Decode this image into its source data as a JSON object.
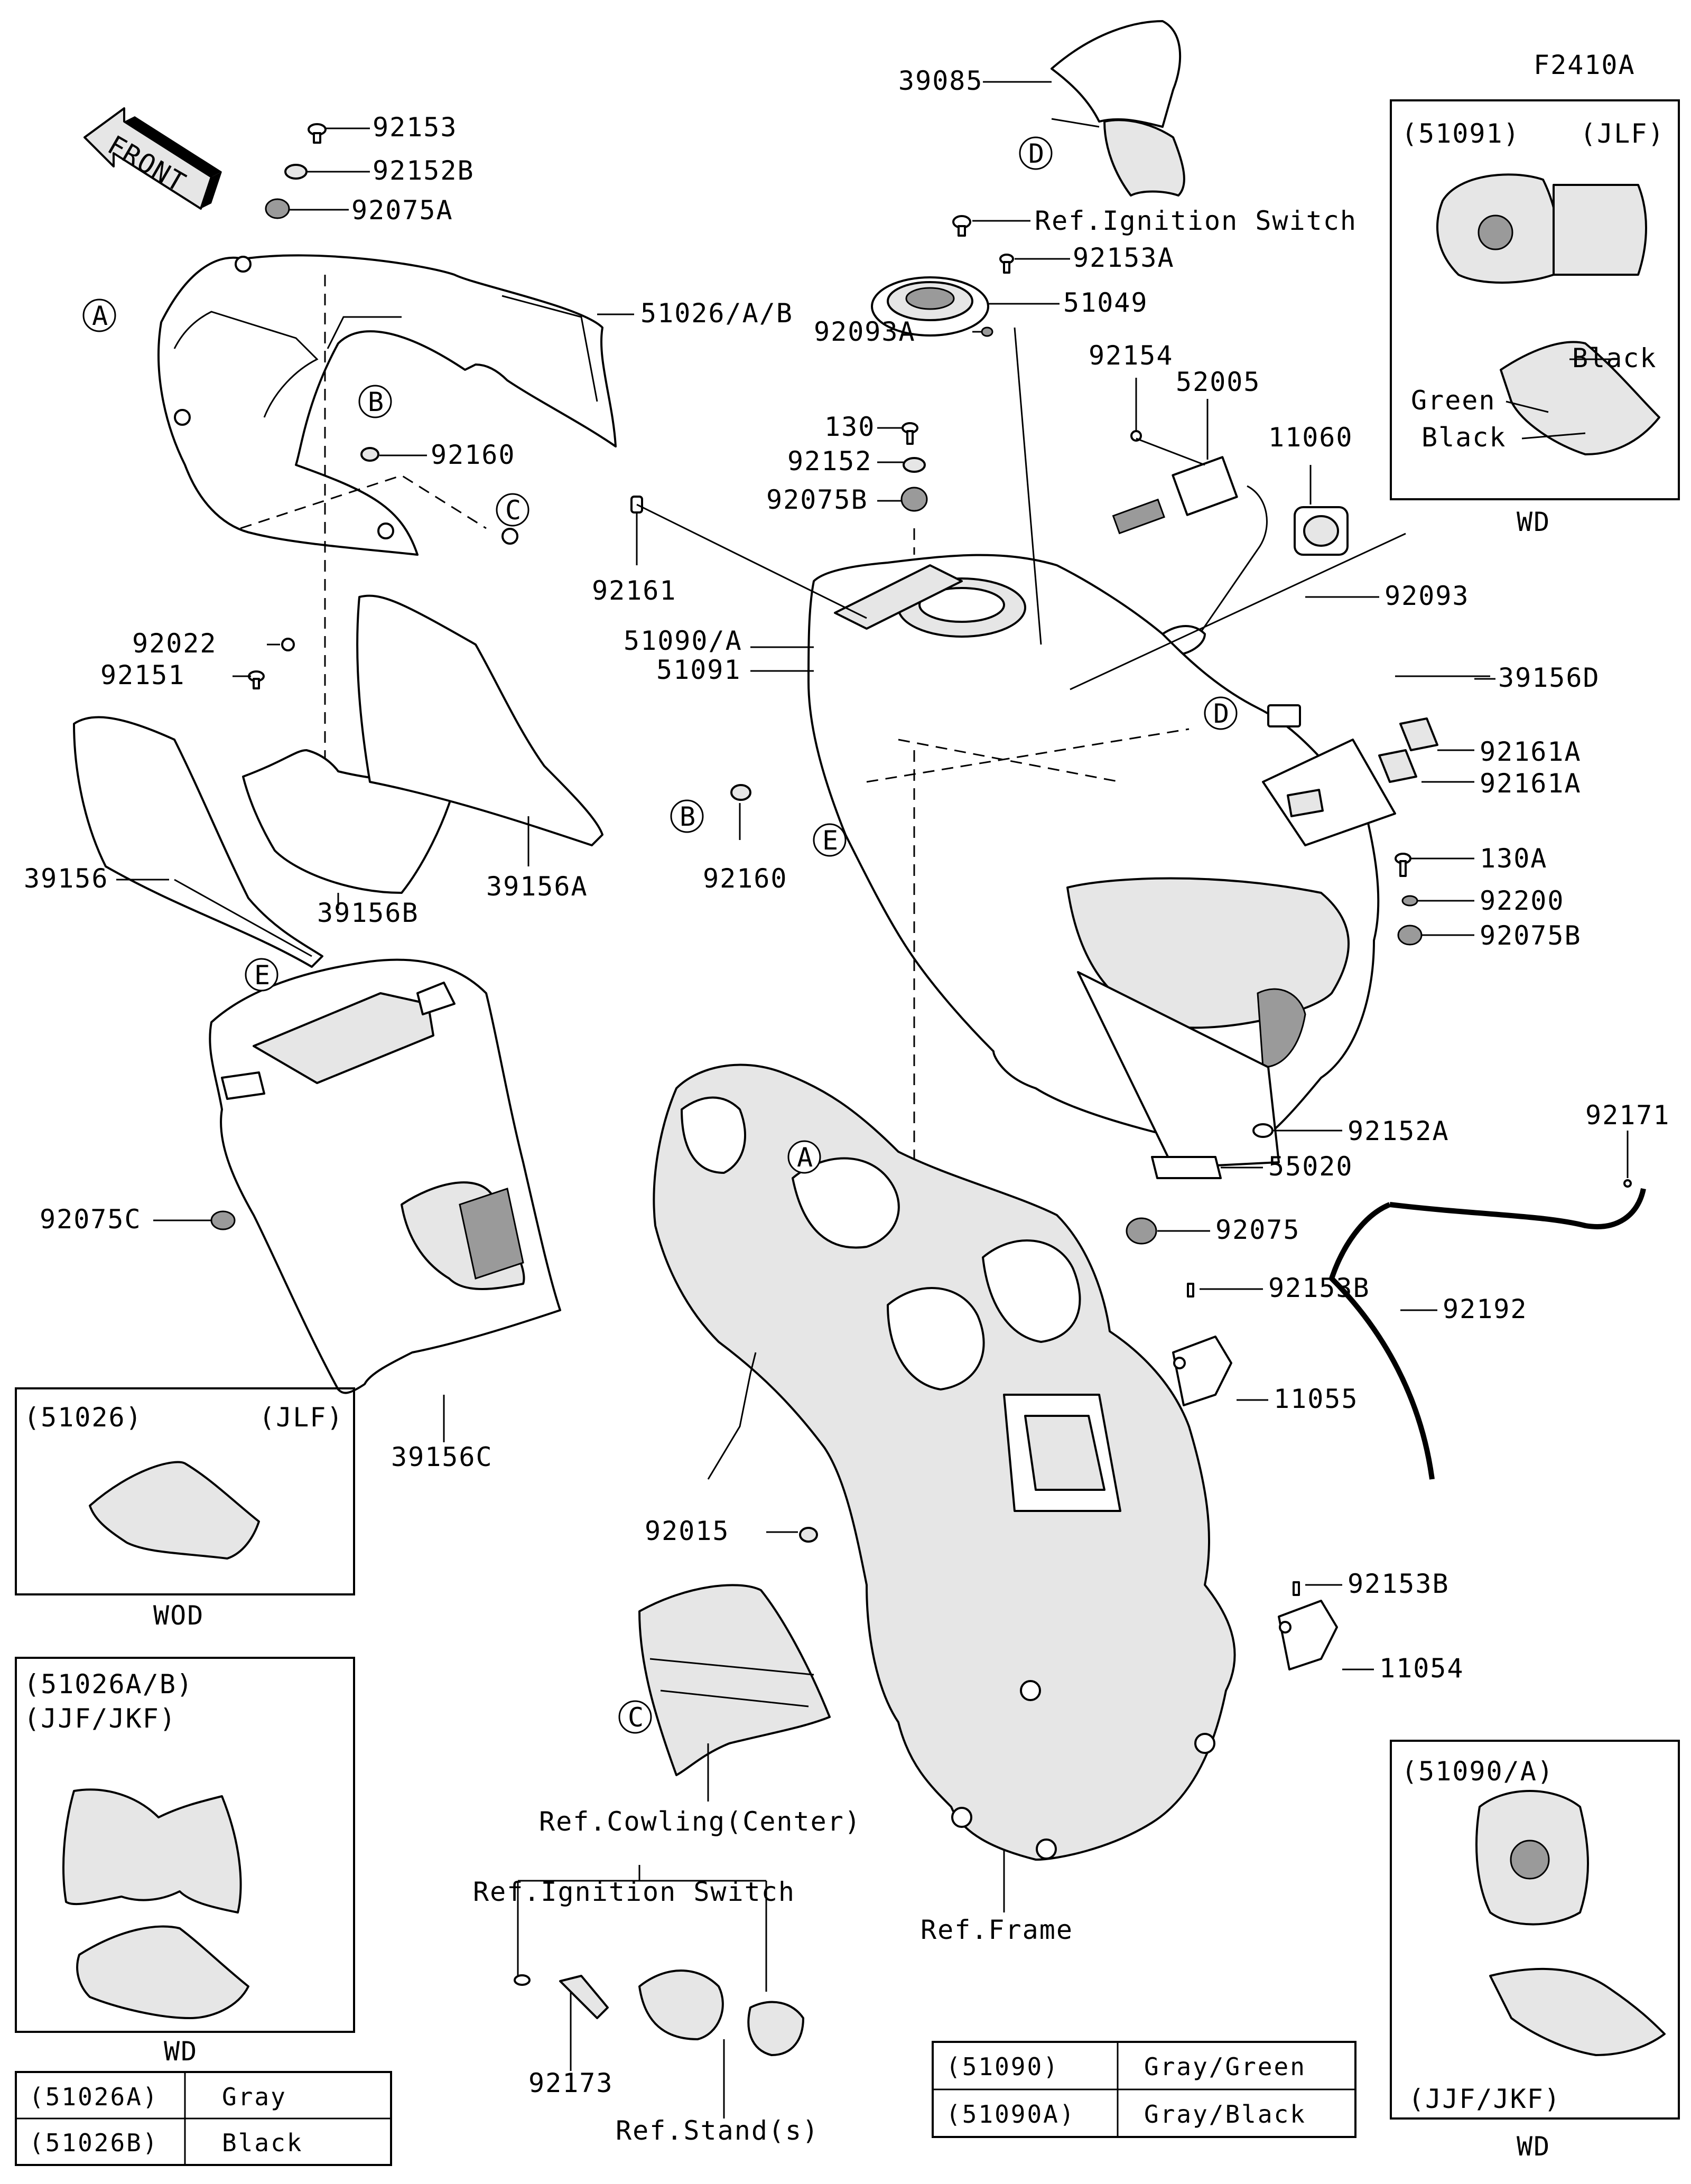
{
  "figure_code": "F2410A",
  "front_arrow": "FRONT",
  "callout_letters": {
    "a": "A",
    "b": "B",
    "c": "C",
    "d": "D",
    "e": "E"
  },
  "part_numbers": {
    "p39085": "39085",
    "p92153": "92153",
    "p92152b": "92152B",
    "p92075a": "92075A",
    "ref_ignition_top": "Ref.Ignition Switch",
    "p92153a": "92153A",
    "p51026ab": "51026/A/B",
    "p51049": "51049",
    "p92093a": "92093A",
    "p92154": "92154",
    "p52005": "52005",
    "p11060": "11060",
    "p130": "130",
    "p92152": "92152",
    "p92075b": "92075B",
    "p92160_top": "92160",
    "p92161": "92161",
    "p92093": "92093",
    "p51090a": "51090/A",
    "p51091": "51091",
    "p39156d": "39156D",
    "p92022": "92022",
    "p92151": "92151",
    "p92161a_1": "92161A",
    "p92161a_2": "92161A",
    "p92160_mid": "92160",
    "p39156": "39156",
    "p39156b": "39156B",
    "p39156a": "39156A",
    "p130a": "130A",
    "p92200": "92200",
    "p92075b_2": "92075B",
    "p92152a": "92152A",
    "p92171": "92171",
    "p92075c": "92075C",
    "p55020": "55020",
    "p92075": "92075",
    "p92153b_1": "92153B",
    "p92192": "92192",
    "p39156c": "39156C",
    "p11055": "11055",
    "p92015": "92015",
    "p92153b_2": "92153B",
    "p11054": "11054",
    "ref_cowling": "Ref.Cowling(Center)",
    "ref_frame": "Ref.Frame",
    "ref_ignition_bottom": "Ref.Ignition Switch",
    "p92173": "92173",
    "ref_stand": "Ref.Stand(s)"
  },
  "inset_51091": {
    "code": "(51091)",
    "variant": "(JLF)",
    "c1": "Black",
    "c2": "Green",
    "c3": "Black",
    "footer": "WD"
  },
  "inset_51026": {
    "code": "(51026)",
    "variant": "(JLF)",
    "footer": "WOD"
  },
  "inset_51026ab": {
    "code": "(51026A/B)",
    "variant": "(JJF/JKF)",
    "footer": "WD"
  },
  "inset_51090a": {
    "code": "(51090/A)",
    "variant": "(JJF/JKF)",
    "footer": "WD"
  },
  "color_table_51026": [
    {
      "part": "(51026A)",
      "color": "Gray"
    },
    {
      "part": "(51026B)",
      "color": "Black"
    }
  ],
  "color_table_51090": [
    {
      "part": "(51090)",
      "color": "Gray/Green"
    },
    {
      "part": "(51090A)",
      "color": "Gray/Black"
    }
  ]
}
